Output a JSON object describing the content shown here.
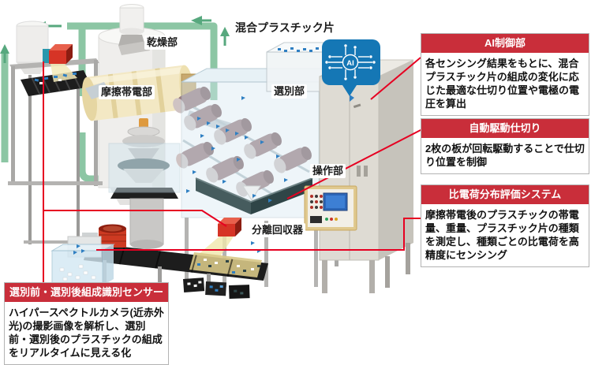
{
  "machine": {
    "labels": {
      "dryer": "乾燥部",
      "mixed_plastic": "混合プラスチック片",
      "friction_charging": "摩擦帯電部",
      "sorting": "選別部",
      "operation": "操作部",
      "separation_collector": "分離回収器"
    },
    "ai_badge": "AI"
  },
  "callouts": [
    {
      "id": "ai-control",
      "title": "AI制御部",
      "body": "各センシング結果をもとに、混合プラスチック片の組成の変化に応じた最適な仕切り位置や電極の電圧を算出"
    },
    {
      "id": "auto-partition",
      "title": "自動駆動仕切り",
      "body": "2枚の板が回転駆動することで仕切り位置を制御"
    },
    {
      "id": "charge-distribution",
      "title": "比電荷分布評価システム",
      "body": "摩擦帯電後のプラスチックの帯電量、重量、プラスチック片の種類を測定し、種類ごとの比電荷を高精度にセンシング"
    },
    {
      "id": "composition-sensor",
      "title": "選別前・選別後組成識別センサー",
      "body": "ハイパースペクトルカメラ(近赤外光)の撮影画像を解析し、選別前・選別後のプラスチックの組成をリアルタイムに見える化"
    }
  ],
  "colors": {
    "callout_header_red": "#c92e3a",
    "leader_line_red": "#e60021",
    "pipe_green": "#8cc6a4",
    "ai_bubble_blue": "#1577b5",
    "flake_blue": "#2f7fc2",
    "drum_cream": "#f3e8c4",
    "sensor_cube_red": "#d63426",
    "chamber_blue": "#d7e9f2"
  }
}
